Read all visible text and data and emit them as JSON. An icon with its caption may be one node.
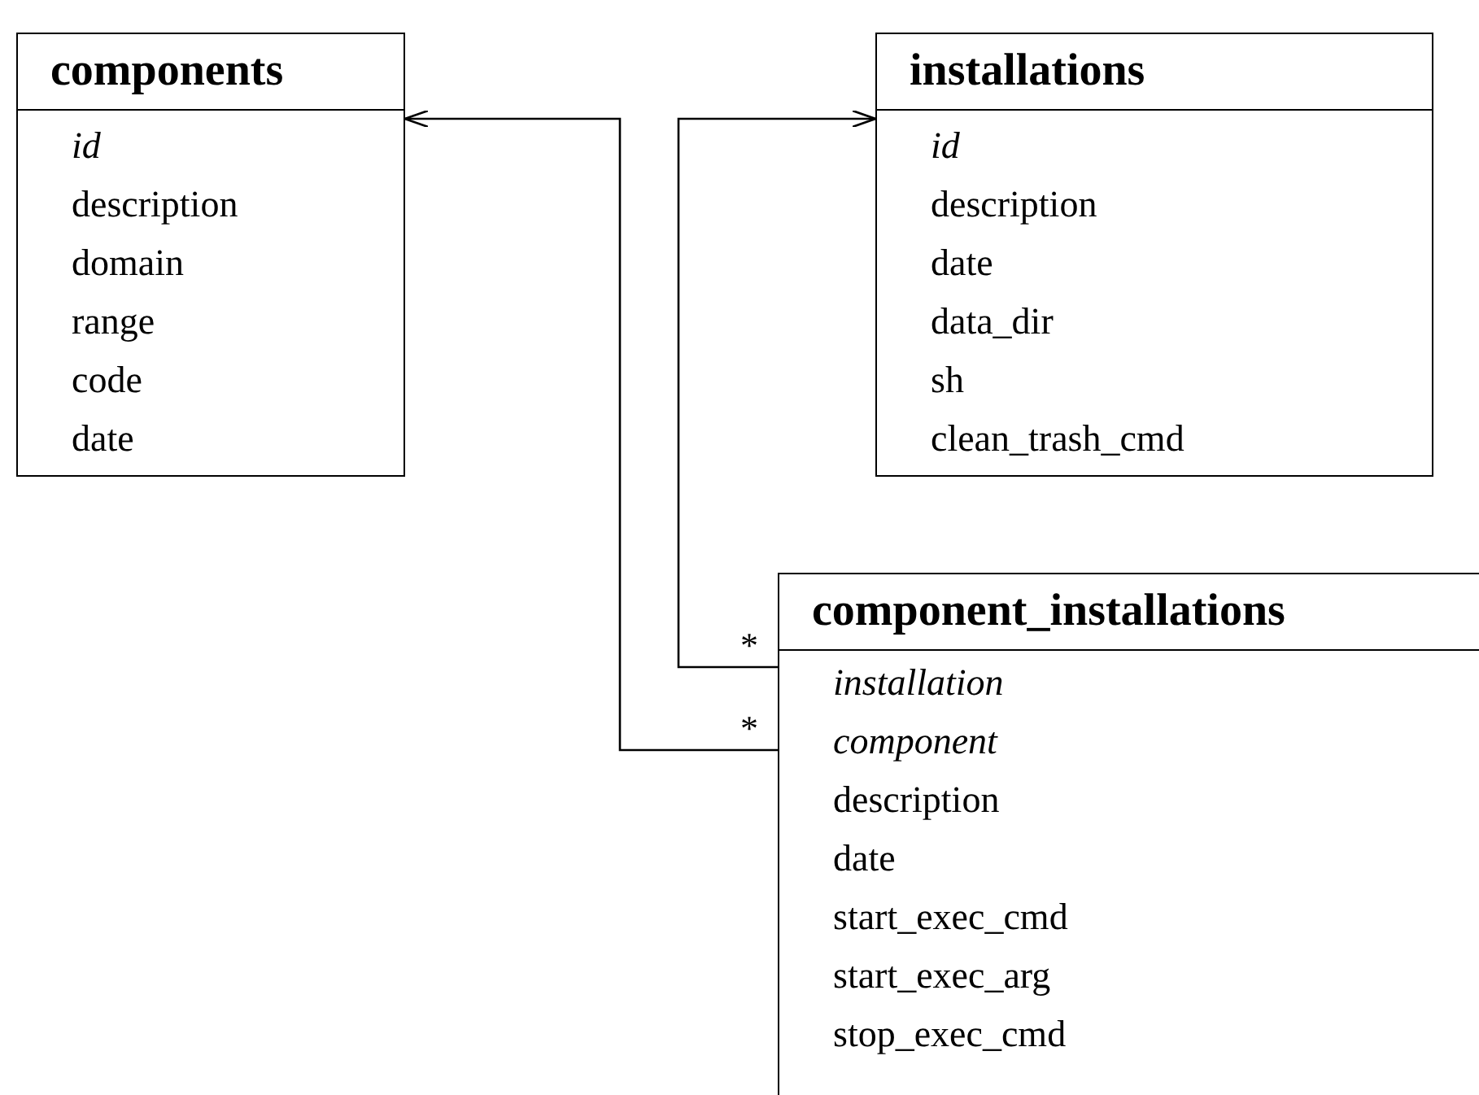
{
  "diagram": {
    "nodes": [
      {
        "text": [
          "components",
          "*id*",
          "description",
          "domain",
          "range",
          "code",
          "date"
        ]
      },
      {
        "text": [
          "installations",
          "*id*",
          "description",
          "date",
          "data_dir",
          "sh",
          "clean_trash_cmd"
        ]
      },
      {
        "text": [
          "component_installations",
          "*installation*",
          "*component*",
          "description",
          "date",
          "start_exec_cmd",
          "start_exec_arg",
          "stop_exec_cmd"
        ]
      }
    ],
    "edges": [
      {
        "from": 2,
        "to": 1,
        "arrow": "to",
        "label": "*"
      },
      {
        "from": 2,
        "to": 0,
        "arrow": "to",
        "label": "*"
      }
    ]
  }
}
